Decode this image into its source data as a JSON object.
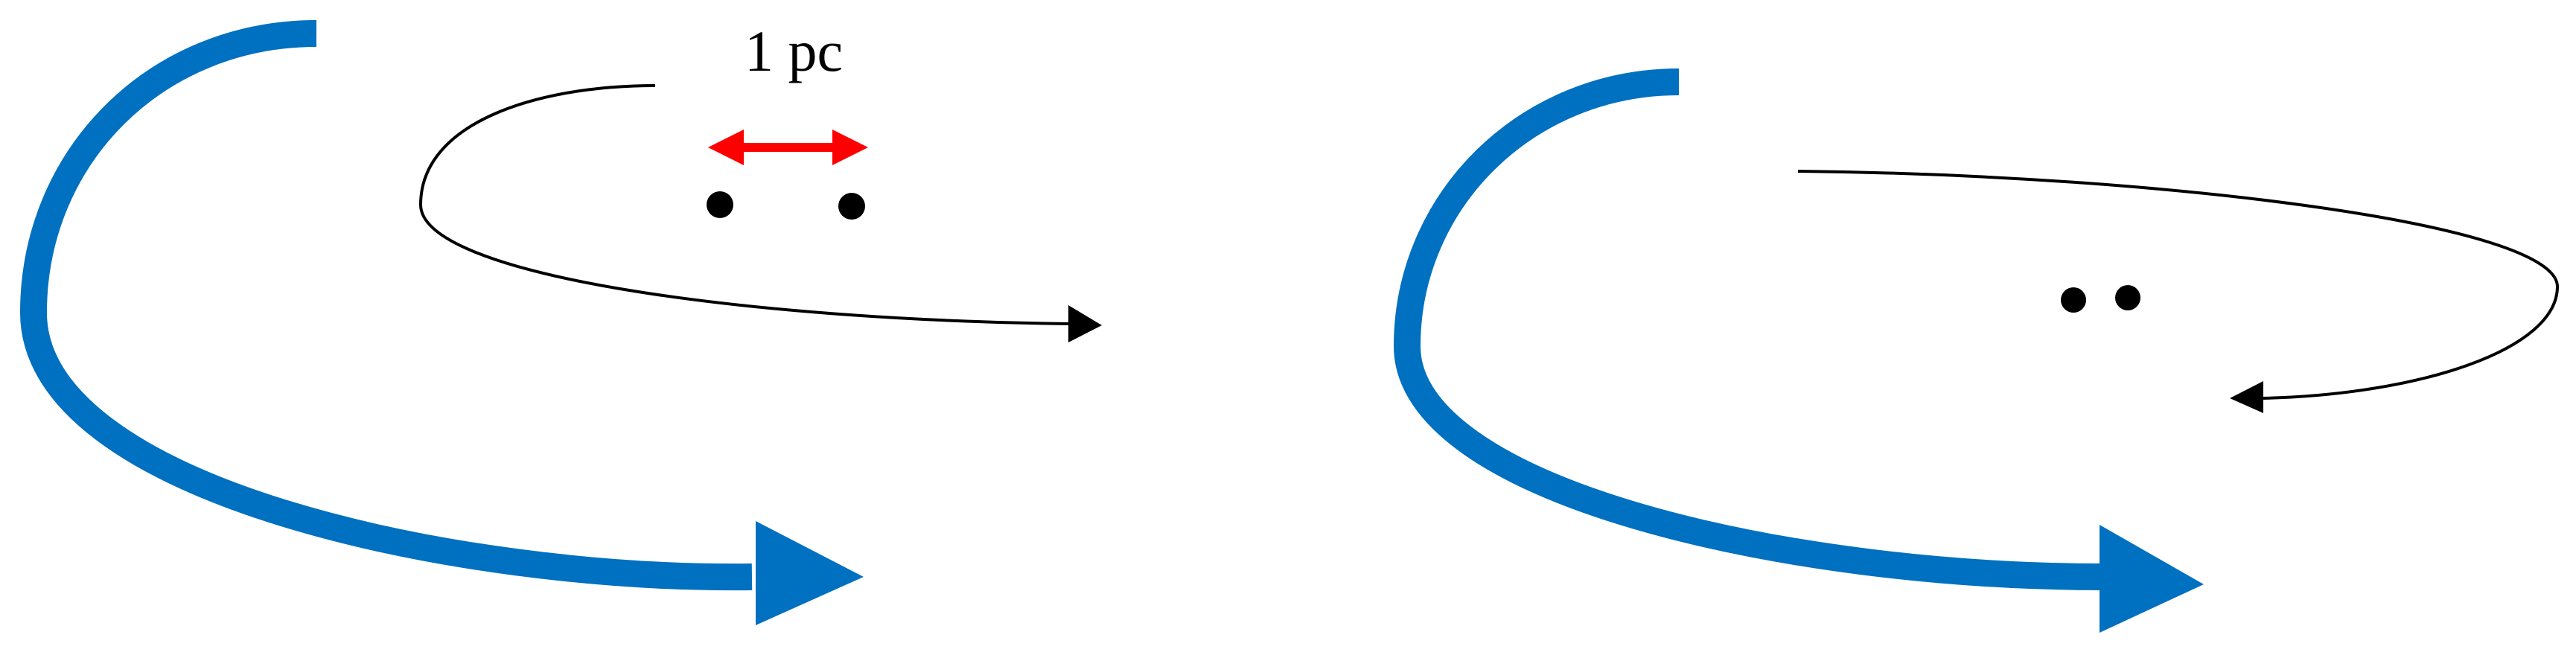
{
  "scale_bar": {
    "label": "1 pc",
    "color": "#ff0000"
  },
  "colors": {
    "flow_arrow": "#0070c0",
    "orbit_arrow": "#000000",
    "body": "#000000"
  },
  "panels": [
    {
      "name": "left-panel",
      "bodies": 2,
      "separation": "1 pc"
    },
    {
      "name": "right-panel",
      "bodies": 2
    }
  ]
}
